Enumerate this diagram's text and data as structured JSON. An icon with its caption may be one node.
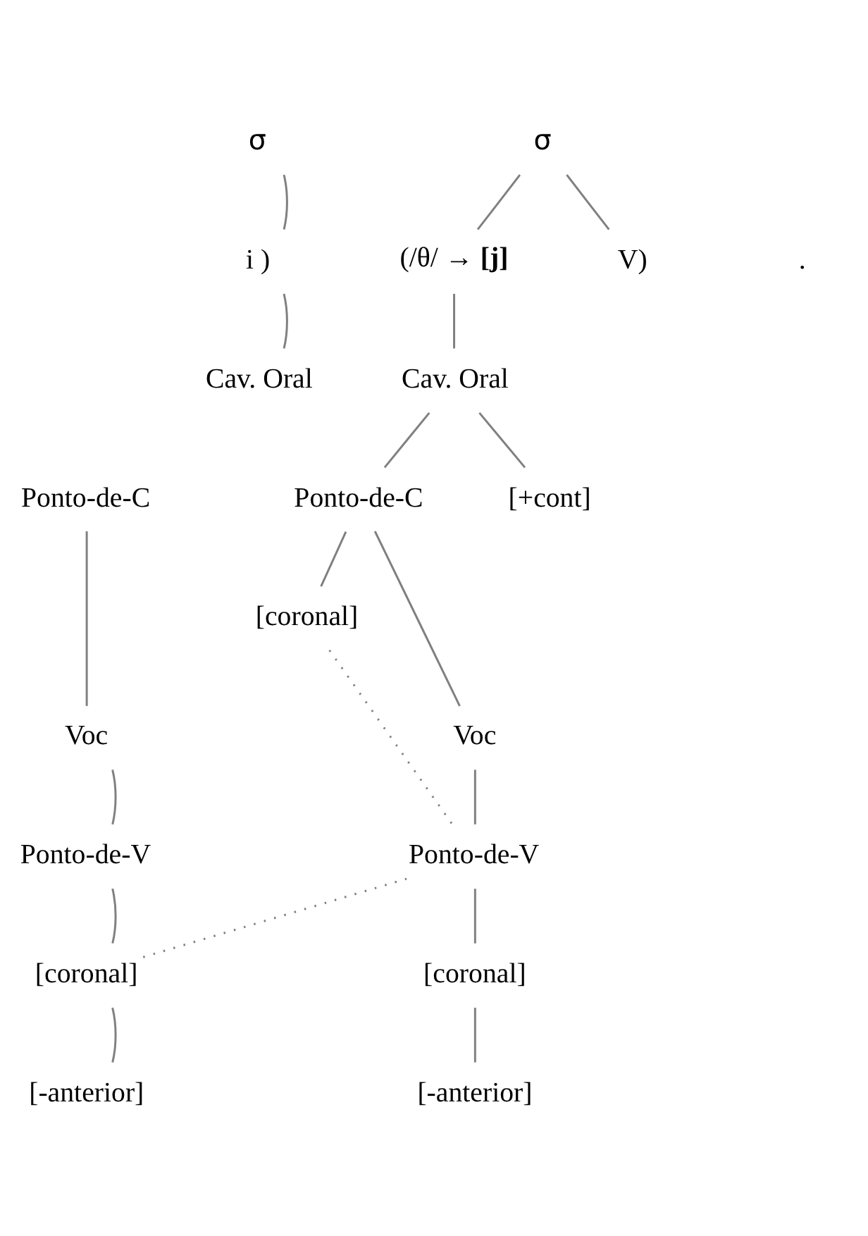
{
  "diagram": {
    "nodes": [
      {
        "text": [
          "σ"
        ]
      },
      {
        "text": [
          "σ"
        ]
      },
      {
        "text": [
          "i )"
        ]
      },
      {
        "text": [
          "(/θ/ → **[j]**"
        ]
      },
      {
        "text": [
          "V)"
        ]
      },
      {
        "text": [
          "Cav. Oral"
        ]
      },
      {
        "text": [
          "Cav. Oral"
        ]
      },
      {
        "text": [
          "Ponto-de-C"
        ]
      },
      {
        "text": [
          "Ponto-de-C"
        ]
      },
      {
        "text": [
          "[+cont]"
        ]
      },
      {
        "text": [
          "[coronal]"
        ]
      },
      {
        "text": [
          "Voc"
        ]
      },
      {
        "text": [
          "Voc"
        ]
      },
      {
        "text": [
          "Ponto-de-V"
        ]
      },
      {
        "text": [
          "Ponto-de-V"
        ]
      },
      {
        "text": [
          "[coronal]"
        ]
      },
      {
        "text": [
          "[coronal]"
        ]
      },
      {
        "text": [
          "[-anterior]"
        ]
      },
      {
        "text": [
          "[-anterior]"
        ]
      }
    ],
    "edges": [
      {
        "from": 0,
        "to": 2,
        "arrow": "none"
      },
      {
        "from": 1,
        "to": 3,
        "arrow": "none"
      },
      {
        "from": 1,
        "to": 4,
        "arrow": "none"
      },
      {
        "from": 2,
        "to": 5,
        "arrow": "none"
      },
      {
        "from": 3,
        "to": 6,
        "arrow": "none"
      },
      {
        "from": 6,
        "to": 8,
        "arrow": "none"
      },
      {
        "from": 6,
        "to": 9,
        "arrow": "none"
      },
      {
        "from": 7,
        "to": 11,
        "arrow": "none"
      },
      {
        "from": 8,
        "to": 12,
        "arrow": "none"
      },
      {
        "from": 8,
        "to": 10,
        "arrow": "none"
      },
      {
        "from": 10,
        "to": 14,
        "arrow": "none",
        "style": "dashed"
      },
      {
        "from": 11,
        "to": 13,
        "arrow": "none"
      },
      {
        "from": 12,
        "to": 14,
        "arrow": "none"
      },
      {
        "from": 14,
        "to": 15,
        "arrow": "none",
        "style": "dashed"
      },
      {
        "from": 13,
        "to": 15,
        "arrow": "none"
      },
      {
        "from": 14,
        "to": 16,
        "arrow": "none"
      },
      {
        "from": 15,
        "to": 17,
        "arrow": "none"
      },
      {
        "from": 16,
        "to": 18,
        "arrow": "none"
      }
    ],
    "labels": [
      "."
    ]
  }
}
